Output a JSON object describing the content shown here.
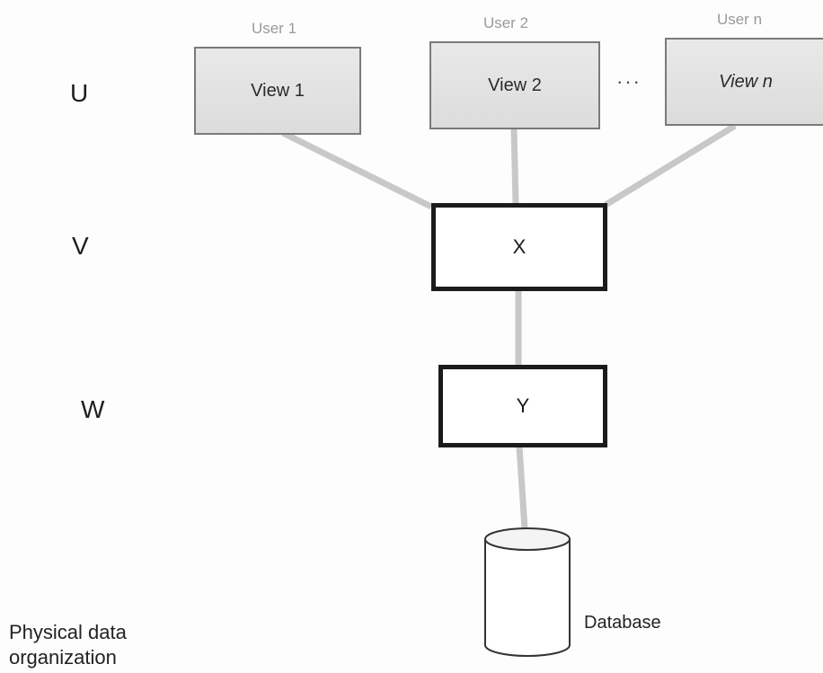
{
  "levels": {
    "u": "U",
    "v": "V",
    "w": "W"
  },
  "users": [
    "User 1",
    "User 2",
    "User n"
  ],
  "views": [
    "View 1",
    "View 2",
    "View n"
  ],
  "ellipsis": "···",
  "schemas": {
    "x": "X",
    "y": "Y"
  },
  "database": {
    "label": "Database"
  },
  "physical": {
    "line1": "Physical data",
    "line2": "organization"
  }
}
